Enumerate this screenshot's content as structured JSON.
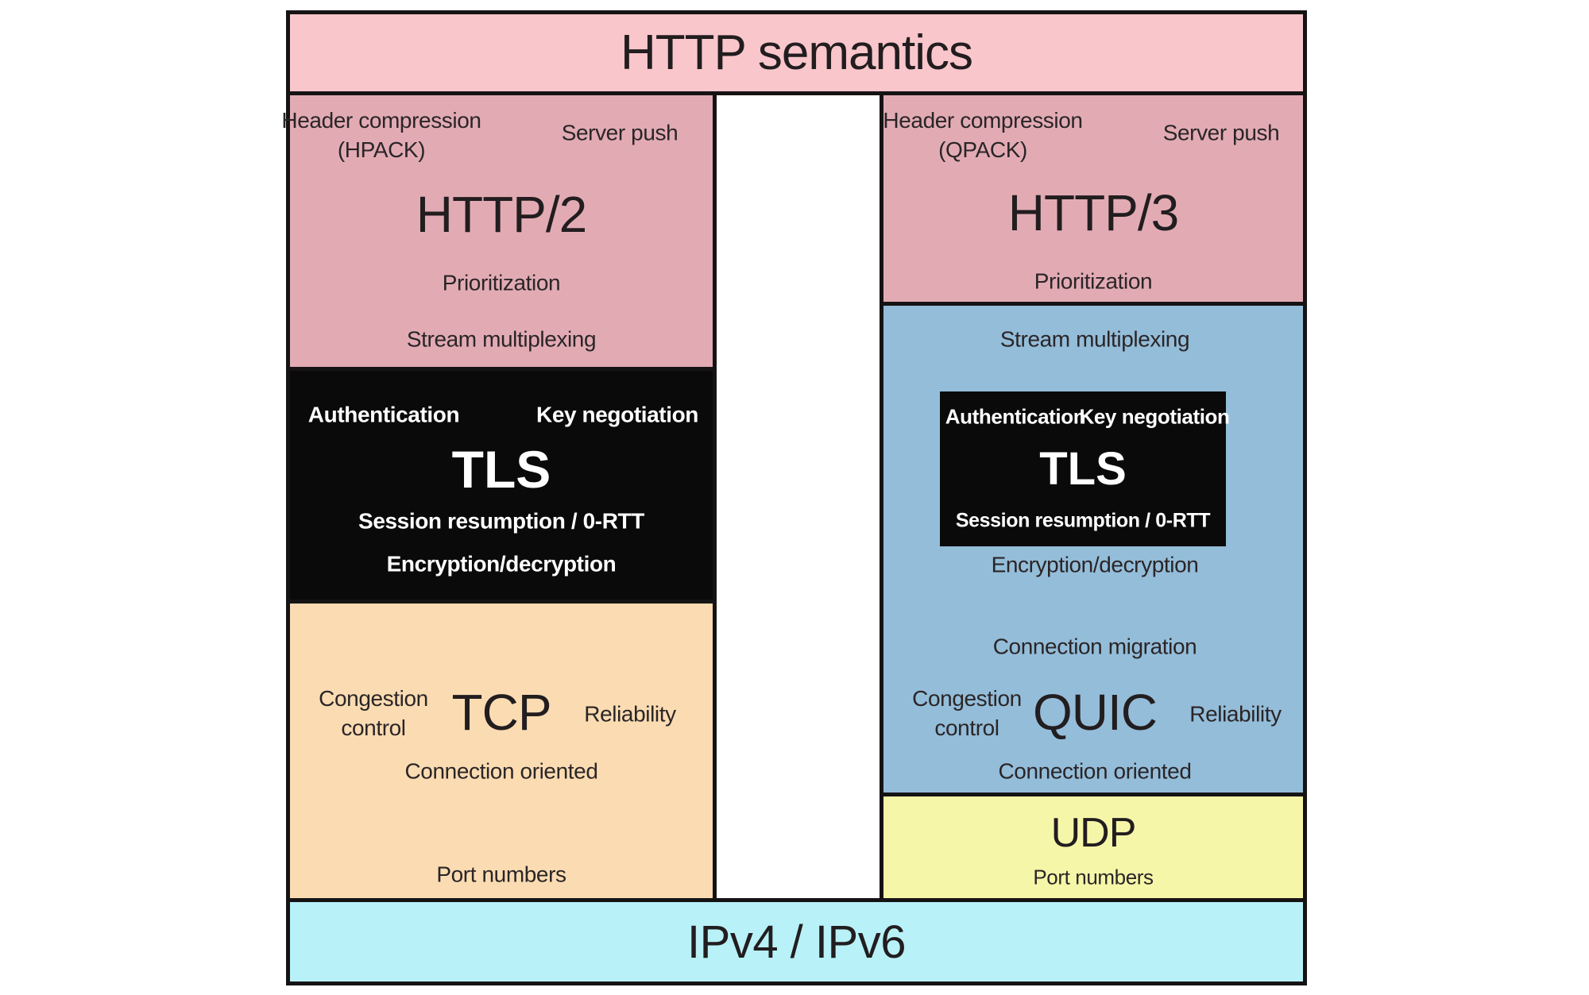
{
  "diagram": {
    "colors": {
      "border": "#161314",
      "banner_pink": "#f9c6cb",
      "app_pink": "#e2abb4",
      "tls_black": "#0a0a0a",
      "tcp_peach": "#fbdcb2",
      "quic_blue": "#94bdd9",
      "udp_yellow": "#f6f6a9",
      "ip_cyan": "#b8f1f8"
    },
    "top_banner": {
      "label": "HTTP semantics"
    },
    "bottom_banner": {
      "label": "IPv4 / IPv6"
    },
    "http2_stack": {
      "app": {
        "title": "HTTP/2",
        "header_compression_line1": "Header compression",
        "header_compression_line2": "(HPACK)",
        "server_push": "Server push",
        "prioritization": "Prioritization",
        "stream_multiplexing": "Stream multiplexing"
      },
      "tls": {
        "title": "TLS",
        "authentication": "Authentication",
        "key_negotiation": "Key negotiation",
        "session_resumption": "Session resumption / 0-RTT",
        "encryption": "Encryption/decryption"
      },
      "transport": {
        "title": "TCP",
        "congestion_control_line1": "Congestion",
        "congestion_control_line2": "control",
        "reliability": "Reliability",
        "connection_oriented": "Connection oriented",
        "port_numbers": "Port numbers"
      }
    },
    "http3_stack": {
      "app": {
        "title": "HTTP/3",
        "header_compression_line1": "Header compression",
        "header_compression_line2": "(QPACK)",
        "server_push": "Server push",
        "prioritization": "Prioritization"
      },
      "quic": {
        "title": "QUIC",
        "stream_multiplexing": "Stream multiplexing",
        "tls": {
          "title": "TLS",
          "authentication": "Authentication",
          "key_negotiation": "Key negotiation",
          "session_resumption": "Session resumption / 0-RTT"
        },
        "encryption": "Encryption/decryption",
        "connection_migration": "Connection migration",
        "congestion_control_line1": "Congestion",
        "congestion_control_line2": "control",
        "reliability": "Reliability",
        "connection_oriented": "Connection oriented"
      },
      "udp": {
        "title": "UDP",
        "port_numbers": "Port numbers"
      }
    }
  }
}
